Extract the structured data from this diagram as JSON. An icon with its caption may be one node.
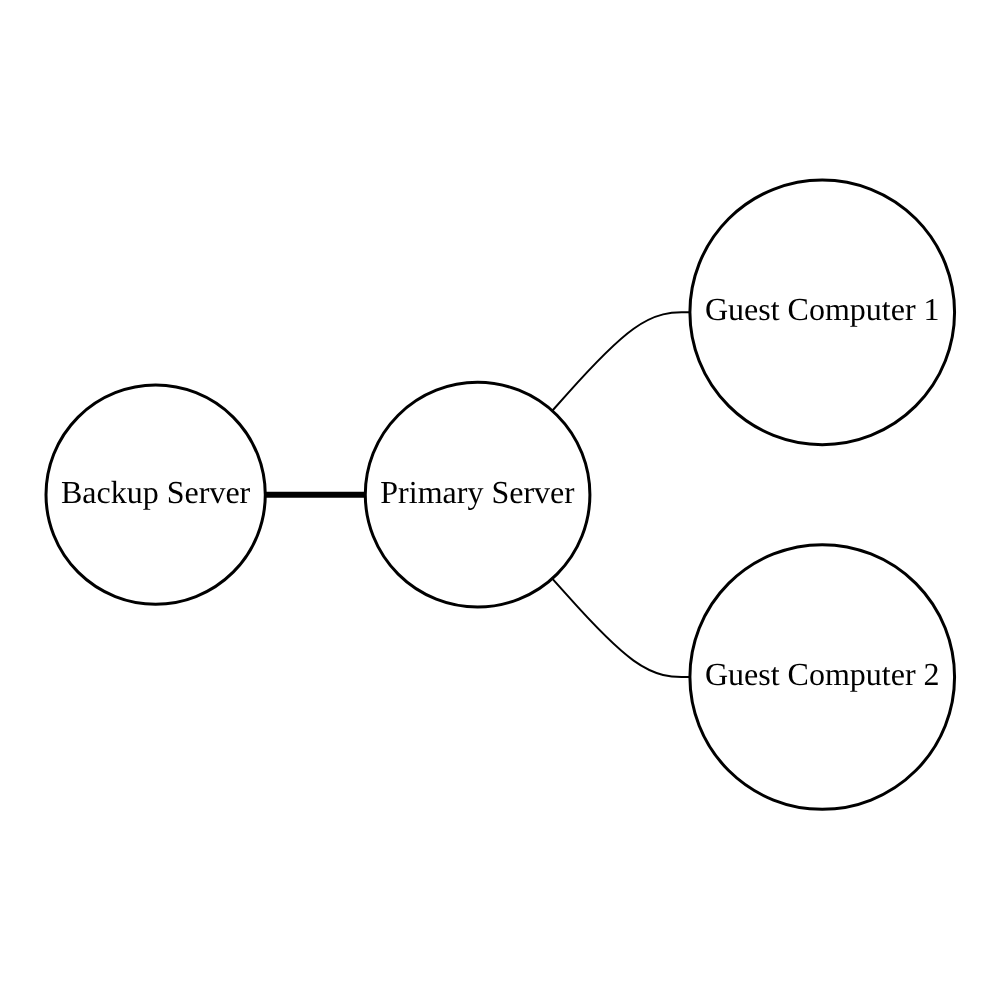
{
  "diagram": {
    "nodes": [
      {
        "text": [
          "Backup Server"
        ]
      },
      {
        "text": [
          "Primary Server"
        ]
      },
      {
        "text": [
          "Guest Computer 1"
        ]
      },
      {
        "text": [
          "Guest Computer 2"
        ]
      }
    ],
    "edges": [
      {
        "from": 0,
        "to": 1,
        "arrow": "none",
        "style": "thick"
      },
      {
        "from": 1,
        "to": 2,
        "arrow": "none"
      },
      {
        "from": 1,
        "to": 3,
        "arrow": "none"
      }
    ]
  }
}
